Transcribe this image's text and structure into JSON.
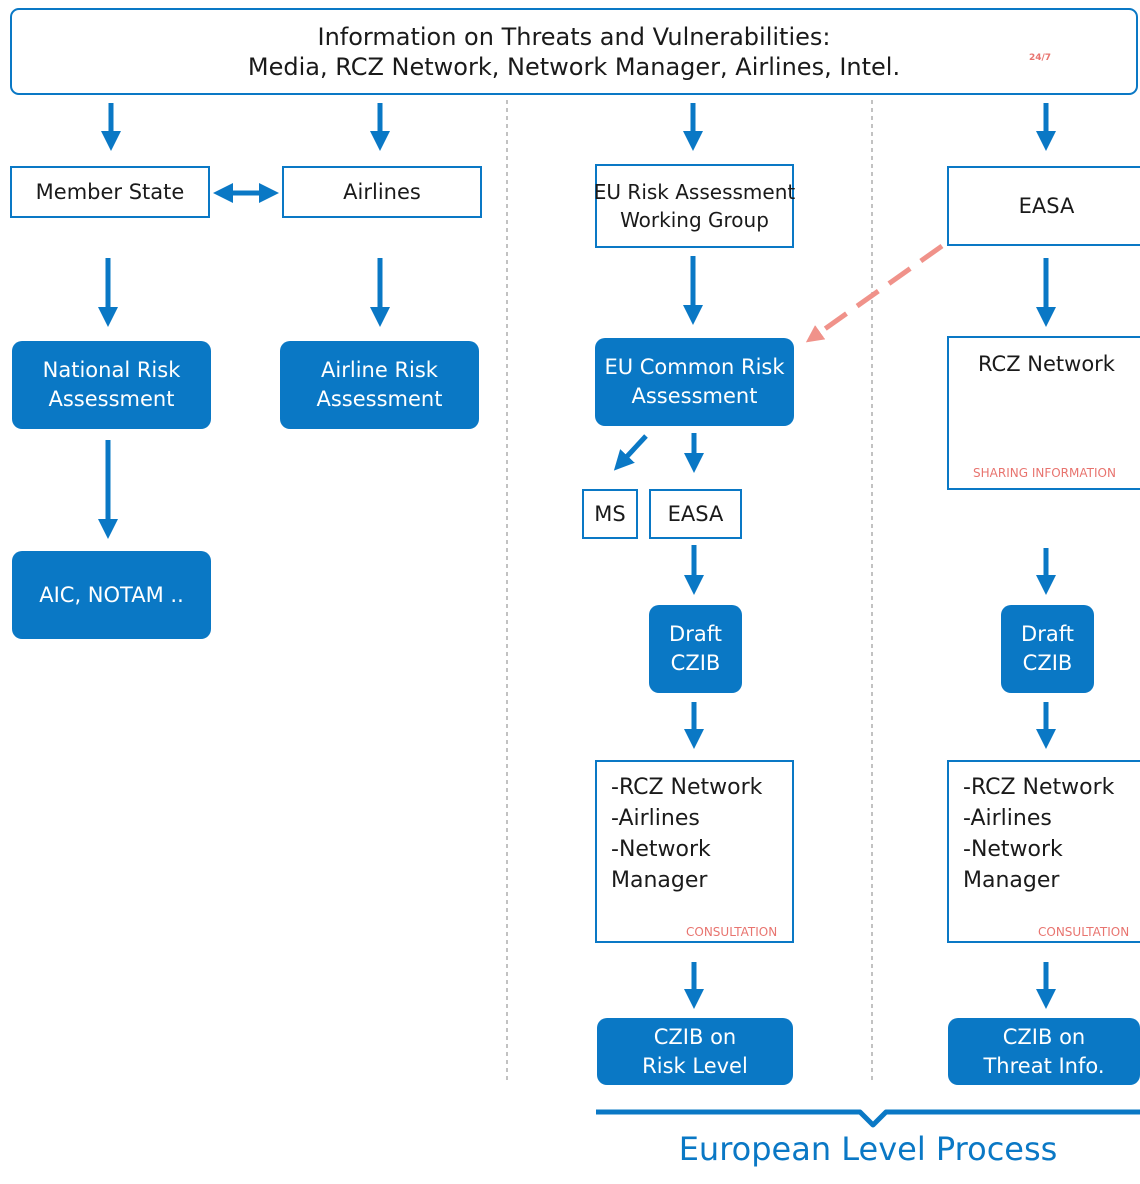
{
  "header": {
    "line1": "Information on Threats and Vulnerabilities:",
    "line2": "Media, RCZ Network, Network Manager, Airlines, Intel.",
    "clock_badge": "24/7"
  },
  "national": {
    "member_state": "Member State",
    "airlines": "Airlines",
    "national_risk_assessment": [
      "National Risk",
      "Assessment"
    ],
    "airline_risk_assessment": [
      "Airline Risk",
      "Assessment"
    ],
    "aic_notam": "AIC, NOTAM .."
  },
  "eu_process": {
    "working_group": [
      "EU Risk Assessment",
      "Working Group"
    ],
    "common_risk_assessment": [
      "EU Common Risk",
      "Assessment"
    ],
    "ms": "MS",
    "easa": "EASA",
    "draft_czib": [
      "Draft",
      "CZIB"
    ],
    "consultation_list": [
      "-RCZ Network",
      "-Airlines",
      "-Network",
      "Manager"
    ],
    "consultation_label": "CONSULTATION",
    "czib_result": [
      "CZIB on",
      "Risk Level"
    ]
  },
  "easa_process": {
    "easa": "EASA",
    "rcz_network": "RCZ Network",
    "sharing_label": "SHARING INFORMATION",
    "draft_czib": [
      "Draft",
      "CZIB"
    ],
    "consultation_list": [
      "-RCZ Network",
      "-Airlines",
      "-Network",
      "Manager"
    ],
    "consultation_label": "CONSULTATION",
    "czib_result": [
      "CZIB on",
      "Threat Info."
    ]
  },
  "footer": {
    "label": "European Level Process"
  },
  "colors": {
    "primary_blue": "#0a78c5",
    "accent_salmon": "#e8746f",
    "divider_gray": "#999999"
  }
}
